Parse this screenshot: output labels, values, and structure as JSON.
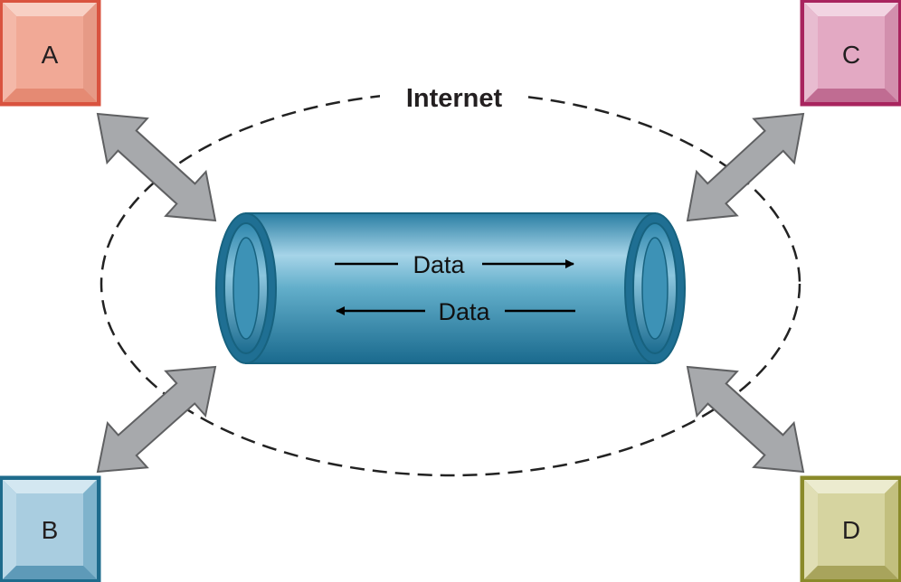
{
  "internet_label": "Internet",
  "tunnel": {
    "top_label": "Data",
    "bottom_label": "Data"
  },
  "nodes": [
    {
      "id": "A",
      "label": "A",
      "color": "#d9533f",
      "face": "#f1a996",
      "light": "#f8d0c4",
      "dark": "#dd7c66"
    },
    {
      "id": "B",
      "label": "B",
      "color": "#1e6b8c",
      "face": "#a9cde0",
      "light": "#d3e7f1",
      "dark": "#6ea8c4"
    },
    {
      "id": "C",
      "label": "C",
      "color": "#a8245e",
      "face": "#e3a9c3",
      "light": "#f2d4e2",
      "dark": "#c8769a"
    },
    {
      "id": "D",
      "label": "D",
      "color": "#8a8a2a",
      "face": "#d6d4a0",
      "light": "#ecebcf",
      "dark": "#b3b06a"
    }
  ],
  "colors": {
    "tunnel_body": "#4a9bbd",
    "tunnel_dark": "#1e6f93",
    "tunnel_light": "#a5d2e6",
    "arrow_fill": "#a7a9ac",
    "arrow_stroke": "#5f6062",
    "dash": "#222222"
  }
}
